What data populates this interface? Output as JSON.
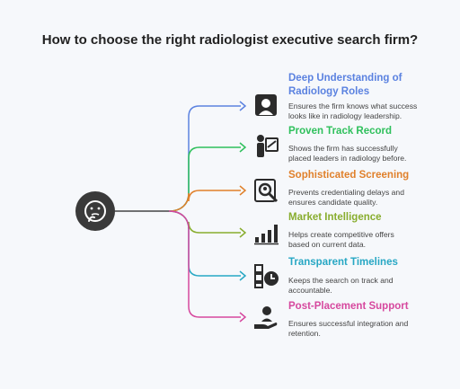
{
  "title": "How to choose the right radiologist executive search firm?",
  "hub_icon": "thinking-face-icon",
  "items": [
    {
      "title_lines": [
        "Deep Understanding of",
        "Radiology Roles"
      ],
      "desc_lines": [
        "Ensures the firm knows what success",
        "looks like in radiology leadership."
      ],
      "color": "#5b82e0",
      "icon": "x-ray-scan-icon"
    },
    {
      "title_lines": [
        "Proven Track Record"
      ],
      "desc_lines": [
        "Shows the firm has successfully",
        "placed leaders in radiology before."
      ],
      "color": "#2fc05c",
      "icon": "person-chart-icon"
    },
    {
      "title_lines": [
        "Sophisticated Screening"
      ],
      "desc_lines": [
        "Prevents credentialing delays and",
        "ensures candidate quality."
      ],
      "color": "#e0802b",
      "icon": "screening-search-icon"
    },
    {
      "title_lines": [
        "Market Intelligence"
      ],
      "desc_lines": [
        "Helps create competitive offers",
        "based on current data."
      ],
      "color": "#88ad2e",
      "icon": "bar-chart-icon"
    },
    {
      "title_lines": [
        "Transparent Timelines"
      ],
      "desc_lines": [
        "Keeps the search on track and",
        "accountable."
      ],
      "color": "#27a7c4",
      "icon": "timeline-clock-icon"
    },
    {
      "title_lines": [
        "Post-Placement Support"
      ],
      "desc_lines": [
        "Ensures successful integration and",
        "retention."
      ],
      "color": "#d6489e",
      "icon": "hand-person-icon"
    }
  ]
}
